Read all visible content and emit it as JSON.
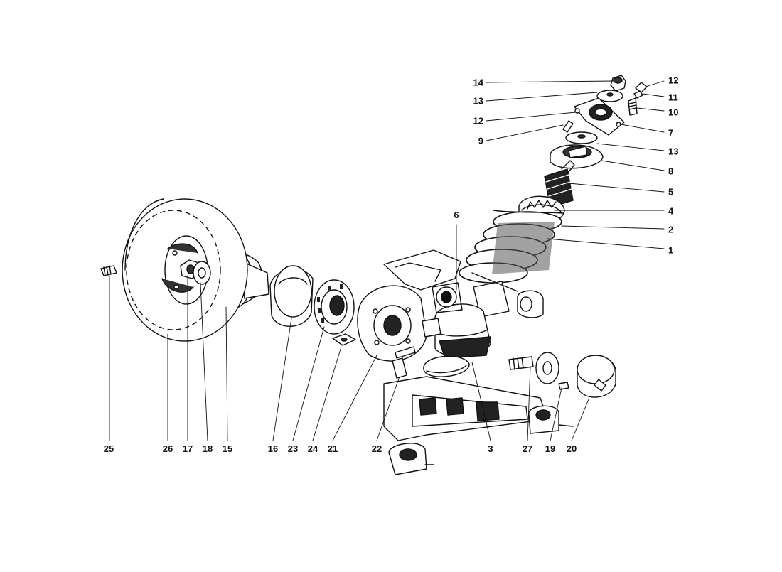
{
  "diagram": {
    "callouts": [
      "14",
      "13",
      "12",
      "9",
      "12",
      "11",
      "10",
      "7",
      "13",
      "8",
      "5",
      "4",
      "2",
      "1",
      "6",
      "25",
      "26",
      "17",
      "18",
      "15",
      "16",
      "23",
      "24",
      "21",
      "22",
      "3",
      "27",
      "19",
      "20"
    ]
  },
  "colors": {
    "ink": "#111111",
    "paper": "#ffffff",
    "shade": "#2a2a2a"
  }
}
